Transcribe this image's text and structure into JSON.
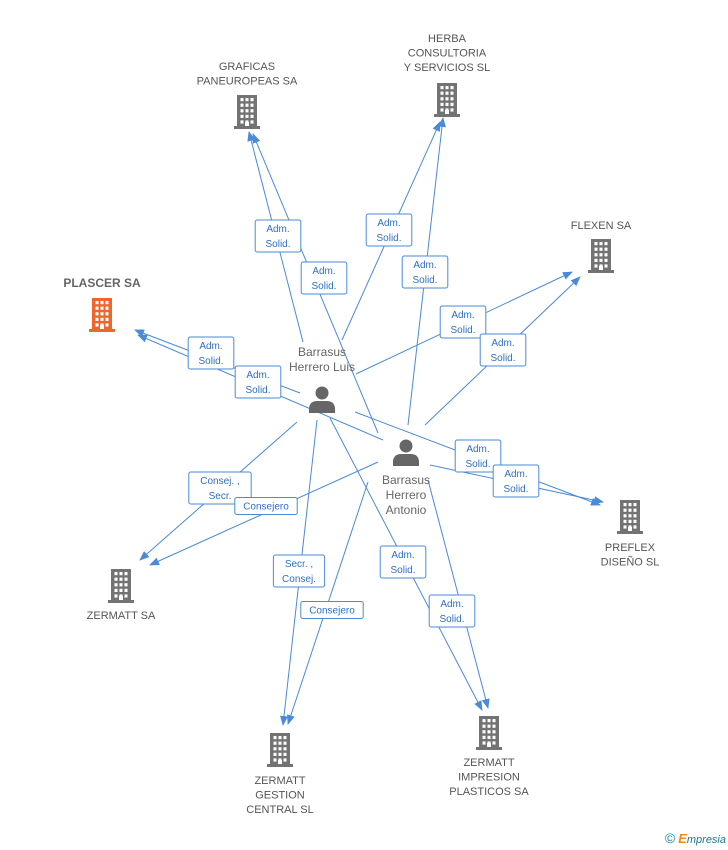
{
  "colors": {
    "edge": "#4a8ad8",
    "company": "#737373",
    "main_company": "#f0642d",
    "person": "#666666",
    "brand_e": "#f08a10",
    "brand": "#1a7a8a"
  },
  "nodes": {
    "graficas": {
      "lines": [
        "GRAFICAS",
        "PANEUROPEAS SA"
      ],
      "icon": "building-icon"
    },
    "herba": {
      "lines": [
        "HERBA",
        "CONSULTORIA",
        "Y SERVICIOS SL"
      ],
      "icon": "building-icon"
    },
    "flexen": {
      "lines": [
        "FLEXEN SA"
      ],
      "icon": "building-icon"
    },
    "plascer": {
      "lines": [
        "PLASCER SA"
      ],
      "icon": "building-icon",
      "main": true
    },
    "preflex": {
      "lines": [
        "PREFLEX",
        "DISEÑO SL"
      ],
      "icon": "building-icon"
    },
    "zermatt": {
      "lines": [
        "ZERMATT SA"
      ],
      "icon": "building-icon"
    },
    "zermatt_gestion": {
      "lines": [
        "ZERMATT",
        "GESTION",
        "CENTRAL  SL"
      ],
      "icon": "building-icon"
    },
    "zermatt_impresion": {
      "lines": [
        "ZERMATT",
        "IMPRESION",
        "PLASTICOS SA"
      ],
      "icon": "building-icon"
    },
    "luis": {
      "lines": [
        "Barrasus",
        "Herrero Luis"
      ],
      "icon": "person-icon"
    },
    "antonio": {
      "lines": [
        "Barrasus",
        "Herrero",
        "Antonio"
      ],
      "icon": "person-icon"
    }
  },
  "edges": [
    {
      "from": "luis",
      "to": "graficas",
      "label": [
        "Adm.",
        "Solid."
      ]
    },
    {
      "from": "antonio",
      "to": "graficas",
      "label": [
        "Adm.",
        "Solid."
      ]
    },
    {
      "from": "luis",
      "to": "herba",
      "label": [
        "Adm.",
        "Solid."
      ]
    },
    {
      "from": "antonio",
      "to": "herba",
      "label": [
        "Adm.",
        "Solid."
      ]
    },
    {
      "from": "luis",
      "to": "flexen",
      "label": [
        "Adm.",
        "Solid."
      ]
    },
    {
      "from": "antonio",
      "to": "flexen",
      "label": [
        "Adm.",
        "Solid."
      ]
    },
    {
      "from": "luis",
      "to": "plascer",
      "label": [
        "Adm.",
        "Solid."
      ]
    },
    {
      "from": "antonio",
      "to": "plascer",
      "label": [
        "Adm.",
        "Solid."
      ]
    },
    {
      "from": "luis",
      "to": "preflex",
      "label": [
        "Adm.",
        "Solid."
      ]
    },
    {
      "from": "antonio",
      "to": "preflex",
      "label": [
        "Adm.",
        "Solid."
      ]
    },
    {
      "from": "luis",
      "to": "zermatt",
      "label": [
        "Consej. ,",
        "Secr."
      ]
    },
    {
      "from": "antonio",
      "to": "zermatt",
      "label": [
        "Consejero"
      ]
    },
    {
      "from": "luis",
      "to": "zermatt_gestion",
      "label": [
        "Secr. ,",
        "Consej."
      ]
    },
    {
      "from": "antonio",
      "to": "zermatt_gestion",
      "label": [
        "Consejero"
      ]
    },
    {
      "from": "luis",
      "to": "zermatt_impresion",
      "label": [
        "Adm.",
        "Solid."
      ]
    },
    {
      "from": "antonio",
      "to": "zermatt_impresion",
      "label": [
        "Adm.",
        "Solid."
      ]
    }
  ],
  "footer": {
    "copyright_symbol": "©",
    "brand_initial": "E",
    "brand_rest": "mpresia"
  }
}
